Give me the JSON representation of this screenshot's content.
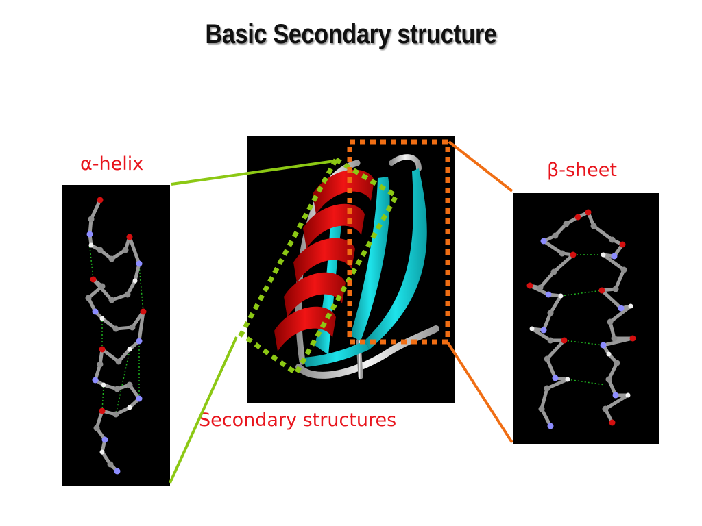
{
  "slide": {
    "title": "Basic Secondary structure",
    "label_alpha_helix": "α-helix",
    "label_beta_sheet": "β-sheet",
    "label_secondary_structures": "Secondary structures"
  },
  "colors": {
    "label_text": "#e8141c",
    "green_link": "#8cc814",
    "orange_link": "#f06e14",
    "helix_ribbon": "#d40f0f",
    "sheet_ribbon": "#16d2d8",
    "coil": "#c8c8c8",
    "atom_carbon": "#8e8e8e",
    "atom_oxygen": "#d41010",
    "atom_nitrogen": "#8c8cff",
    "atom_hydrogen": "#f2f2f2",
    "hbond": "#1fb01f"
  },
  "icons": {
    "helix_model": "alpha-helix-stick-model",
    "protein_model": "protein-ribbon-model",
    "sheet_model": "beta-sheet-stick-model"
  }
}
